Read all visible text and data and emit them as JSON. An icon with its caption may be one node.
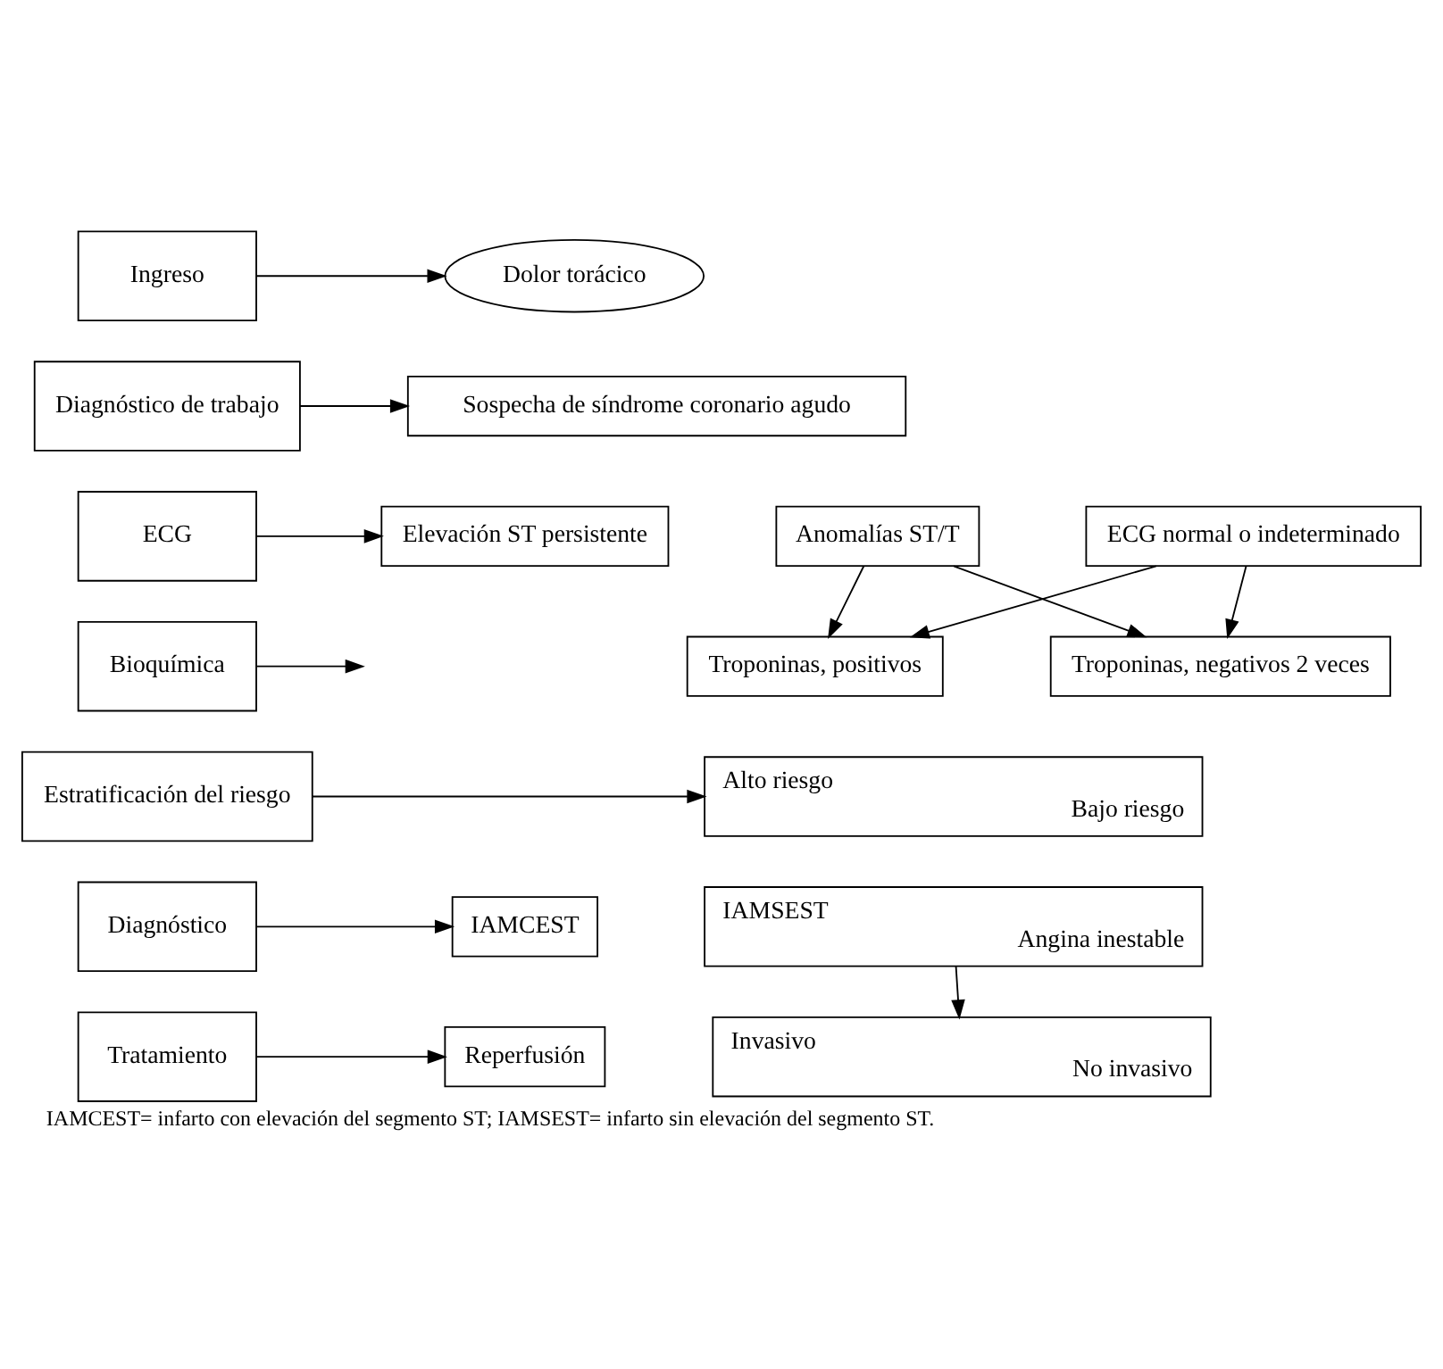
{
  "diagram": {
    "caption": "IAMCEST= infarto con elevación del segmento ST; IAMSEST= infarto sin elevación del segmento ST.",
    "nodes": [
      {
        "text": [
          "Ingreso"
        ]
      },
      {
        "text": [
          "Dolor torácico"
        ]
      },
      {
        "text": [
          "Diagnóstico de trabajo"
        ]
      },
      {
        "text": [
          "Sospecha de síndrome coronario agudo"
        ]
      },
      {
        "text": [
          "ECG"
        ]
      },
      {
        "text": [
          "Elevación ST persistente"
        ]
      },
      {
        "text": [
          "Anomalías ST/T"
        ]
      },
      {
        "text": [
          "ECG normal o indeterminado"
        ]
      },
      {
        "text": [
          "Bioquímica"
        ]
      },
      {
        "text": [
          "Troponinas, positivos"
        ]
      },
      {
        "text": [
          "Troponinas, negativos 2 veces"
        ]
      },
      {
        "text": [
          "Estratificación del riesgo"
        ]
      },
      {
        "text": [
          "Alto riesgo",
          "Bajo riesgo"
        ]
      },
      {
        "text": [
          "Diagnóstico"
        ]
      },
      {
        "text": [
          "IAMCEST"
        ]
      },
      {
        "text": [
          "IAMSEST",
          "Angina inestable"
        ]
      },
      {
        "text": [
          "Tratamiento"
        ]
      },
      {
        "text": [
          "Reperfusión"
        ]
      },
      {
        "text": [
          "Invasivo",
          "No invasivo"
        ]
      }
    ],
    "edges": [
      {
        "from": 0,
        "to": 1,
        "arrow": "to"
      },
      {
        "from": 2,
        "to": 3,
        "arrow": "to"
      },
      {
        "from": 4,
        "to": 5,
        "arrow": "to"
      },
      {
        "from": 8,
        "to": null,
        "arrow": "to"
      },
      {
        "from": 11,
        "to": 12,
        "arrow": "to"
      },
      {
        "from": 13,
        "to": 14,
        "arrow": "to"
      },
      {
        "from": 16,
        "to": 17,
        "arrow": "to"
      },
      {
        "from": 6,
        "to": 9,
        "arrow": "to"
      },
      {
        "from": 6,
        "to": 10,
        "arrow": "to"
      },
      {
        "from": 7,
        "to": 9,
        "arrow": "to"
      },
      {
        "from": 7,
        "to": 10,
        "arrow": "to"
      },
      {
        "from": 15,
        "to": 18,
        "arrow": "to"
      }
    ]
  }
}
